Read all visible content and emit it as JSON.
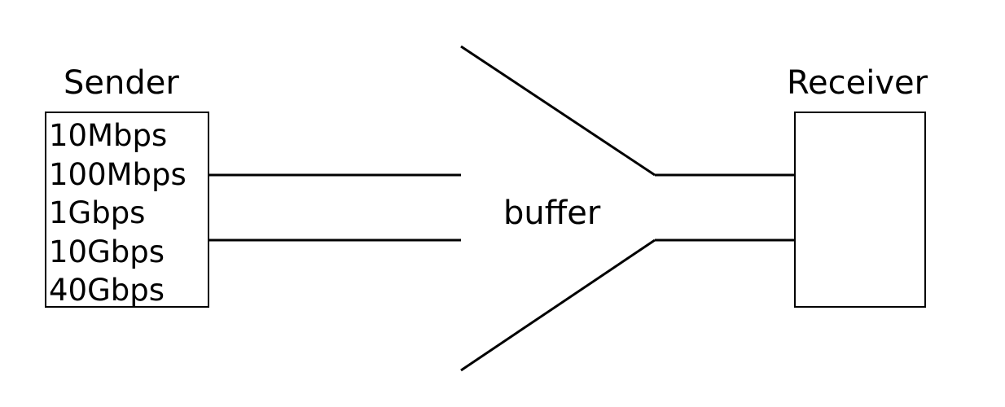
{
  "sender": {
    "title": "Sender",
    "rates": [
      "10Mbps",
      "100Mbps",
      "1Gbps",
      "10Gbps",
      "40Gbps"
    ]
  },
  "receiver": {
    "title": "Receiver"
  },
  "buffer": {
    "label": "buffer"
  },
  "colors": {
    "line": "#000000",
    "background": "#ffffff"
  }
}
